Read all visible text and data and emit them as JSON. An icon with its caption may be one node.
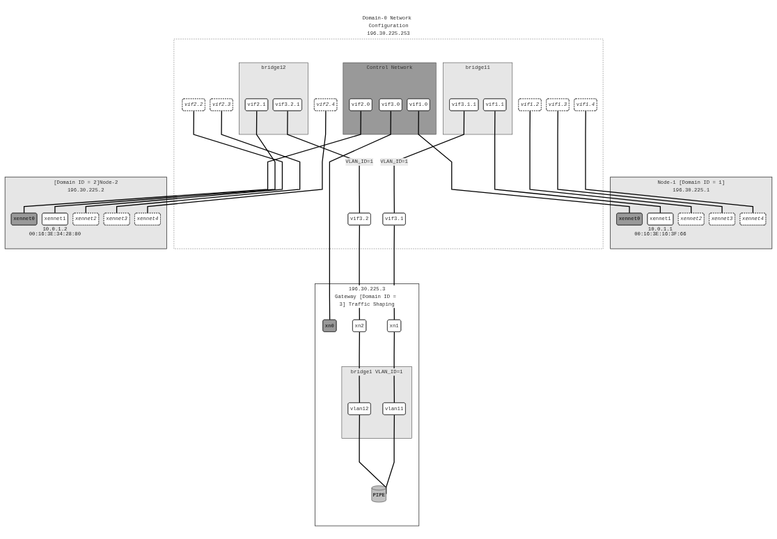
{
  "diagram": {
    "nodes": [
      {
        "text": [
          "Node-1 [Domain ID = 1]",
          "196.30.225.1"
        ]
      },
      {
        "text": [
          "xennet0"
        ],
        "in": 0
      },
      {
        "text": [
          "xennet1"
        ],
        "in": 0,
        "beside": [
          "10.0.1.1",
          "00:16:3E:16:3F:66"
        ]
      },
      {
        "text": [
          "xennet2"
        ],
        "in": 0
      },
      {
        "text": [
          "xennet3"
        ],
        "in": 0
      },
      {
        "text": [
          "xennet4"
        ],
        "in": 0
      },
      {
        "text": [
          "Domain-0 Network Configuration",
          "196.30.225.253"
        ]
      },
      {
        "text": [
          "Control Network"
        ],
        "in": 6
      },
      {
        "text": [
          "vif1.0"
        ],
        "in": 7
      },
      {
        "text": [
          "vif2.0"
        ],
        "in": 7
      },
      {
        "text": [
          "vif3.0"
        ],
        "in": 7
      },
      {
        "text": [
          "bridge11"
        ],
        "in": 6
      },
      {
        "text": [
          "vif1.1"
        ],
        "in": 11
      },
      {
        "text": [
          "vif3.1.1"
        ],
        "in": 11
      },
      {
        "text": [
          "bridge12"
        ],
        "in": 6
      },
      {
        "text": [
          "vif2.1"
        ],
        "in": 14
      },
      {
        "text": [
          "vif3.2.1"
        ],
        "in": 14
      },
      {
        "text": [
          "vif1.2"
        ],
        "in": 6
      },
      {
        "text": [
          "vif1.3"
        ],
        "in": 6
      },
      {
        "text": [
          "vif1.4"
        ],
        "in": 6
      },
      {
        "text": [
          "vif3.1"
        ],
        "in": 6
      },
      {
        "text": [
          "vif3.2"
        ],
        "in": 6
      },
      {
        "text": [
          "vif2.2"
        ],
        "in": 6
      },
      {
        "text": [
          "vif2.3"
        ],
        "in": 6
      },
      {
        "text": [
          "vif2.4"
        ],
        "in": 6
      },
      {
        "text": [
          "[Domain ID = 2]Node-2",
          "196.30.225.2"
        ]
      },
      {
        "text": [
          "xennet0"
        ],
        "in": 25
      },
      {
        "text": [
          "xennet1"
        ],
        "in": 25,
        "beside": [
          "10.0.1.2",
          "00:16:3E:34:28:80"
        ]
      },
      {
        "text": [
          "xennet2"
        ],
        "in": 25
      },
      {
        "text": [
          "xennet3"
        ],
        "in": 25
      },
      {
        "text": [
          "xennet4"
        ],
        "in": 25
      },
      {
        "text": [
          "196.30.225.3",
          "Gateway [Domain ID = 3] Traffic Shaping"
        ]
      },
      {
        "text": [
          "xn0"
        ],
        "in": 31
      },
      {
        "text": [
          "xn1"
        ],
        "in": 31
      },
      {
        "text": [
          "xn2"
        ],
        "in": 31
      },
      {
        "text": [
          "bridge1 VLAN_ID=1"
        ],
        "in": 31
      },
      {
        "text": [
          "vlan11"
        ],
        "in": 35
      },
      {
        "text": [
          "vlan12"
        ],
        "in": 35
      },
      {
        "text": [
          "PIPE"
        ],
        "in": 31
      }
    ],
    "edges": [
      {
        "from": 8,
        "to": 1,
        "arrow": "none"
      },
      {
        "from": 9,
        "to": 26,
        "arrow": "none"
      },
      {
        "from": 12,
        "to": 2,
        "arrow": "none"
      },
      {
        "from": 17,
        "to": 3,
        "arrow": "none"
      },
      {
        "from": 18,
        "to": 4,
        "arrow": "none"
      },
      {
        "from": 19,
        "to": 5,
        "arrow": "none"
      },
      {
        "from": 15,
        "to": 27,
        "arrow": "none"
      },
      {
        "from": 22,
        "to": 28,
        "arrow": "none"
      },
      {
        "from": 23,
        "to": 29,
        "arrow": "none"
      },
      {
        "from": 24,
        "to": 30,
        "arrow": "none"
      },
      {
        "from": 13,
        "to": 20,
        "arrow": "none",
        "label": "VLAN_ID=1"
      },
      {
        "from": 16,
        "to": 21,
        "arrow": "none",
        "label": "VLAN_ID=1"
      },
      {
        "from": 10,
        "to": 32,
        "arrow": "none"
      },
      {
        "from": 20,
        "to": 33,
        "arrow": "none"
      },
      {
        "from": 21,
        "to": 34,
        "arrow": "none"
      },
      {
        "from": 33,
        "to": 36,
        "arrow": "none"
      },
      {
        "from": 34,
        "to": 37,
        "arrow": "none"
      },
      {
        "from": 36,
        "to": 38,
        "arrow": "none"
      },
      {
        "from": 37,
        "to": 38,
        "arrow": "none"
      }
    ]
  }
}
